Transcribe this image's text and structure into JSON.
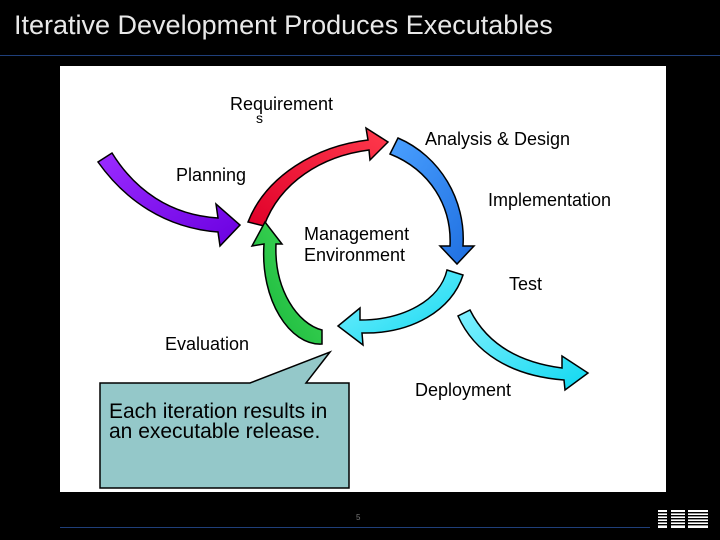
{
  "slide": {
    "title": "Iterative Development Produces Executables",
    "page_number": "5"
  },
  "diagram": {
    "requirements_line1": "Requirement",
    "requirements_line2": "s",
    "analysis_design": "Analysis & Design",
    "planning": "Planning",
    "implementation": "Implementation",
    "management": "Management",
    "environment": "Environment",
    "test": "Test",
    "evaluation": "Evaluation",
    "deployment": "Deployment"
  },
  "callout": {
    "text": "Each iteration results in an executable release."
  },
  "logo": {
    "text": "IBM"
  }
}
